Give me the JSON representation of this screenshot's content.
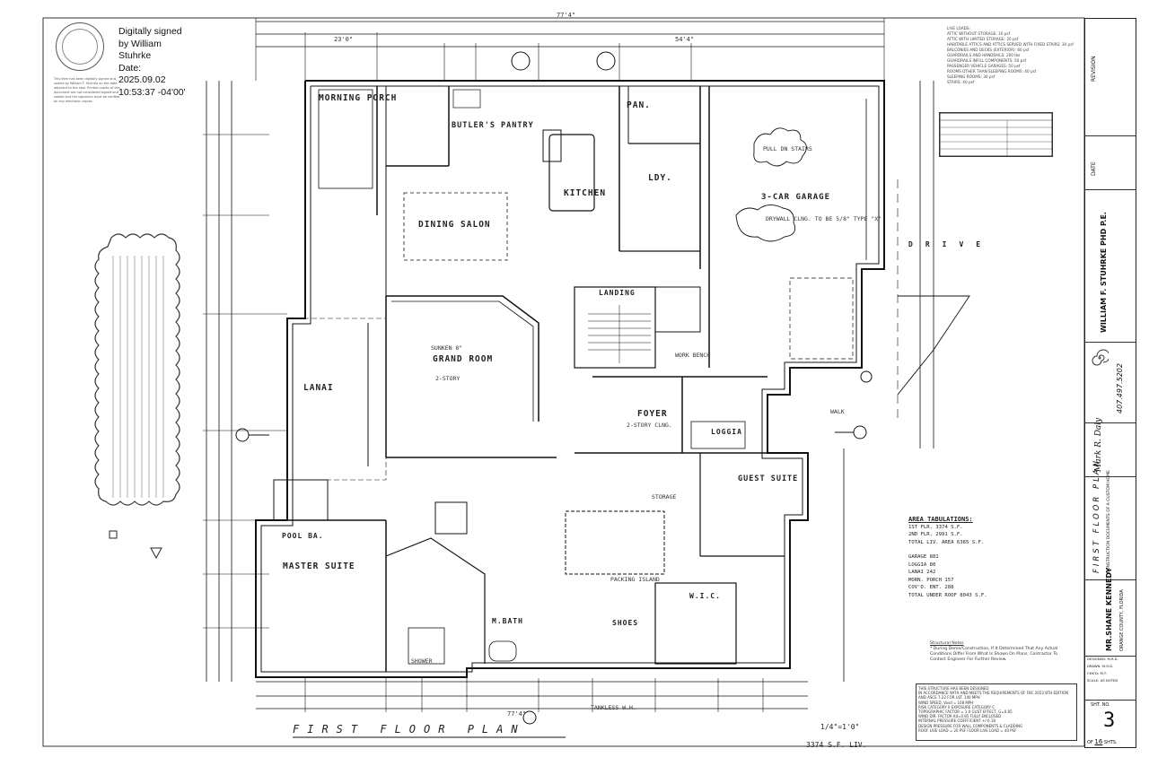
{
  "signature": {
    "line1": "Digitally signed",
    "line2": "by William",
    "line3": "Stuhrke",
    "line4": "Date:",
    "line5": "2025.09.02",
    "line6": "10:53:37 -04'00'"
  },
  "plan": {
    "title": "FIRST FLOOR PLAN",
    "scale": "1/4\"=1'0\"",
    "area": "3374 S.F. LIV.",
    "rooms": {
      "morning_porch": "MORNING PORCH",
      "butlers_pantry": "BUTLER'S PANTRY",
      "pantry": "PAN.",
      "kitchen": "KITCHEN",
      "laundry": "LDY.",
      "garage": "3-CAR GARAGE",
      "dining_salon": "DINING SALON",
      "landing": "LANDING",
      "grand_room": "GRAND ROOM",
      "grand_room_sub": "SUNKEN 8\"",
      "grand_room_sub2": "2-STORY",
      "lanai": "LANAI",
      "foyer": "FOYER",
      "foyer_sub": "2-STORY CLNG.",
      "loggia": "LOGGIA",
      "pool_bath": "POOL BA.",
      "master_suite": "MASTER SUITE",
      "guest_suite": "GUEST SUITE",
      "master_bath": "M.BATH",
      "wic": "W.I.C.",
      "shoes": "SHOES",
      "packing_island": "PACKING ISLAND",
      "storage": "STORAGE",
      "shower": "SHOWER",
      "work_bench": "WORK BENCH",
      "walk": "WALK",
      "drive": "DRIVE",
      "pull_down_stairs": "PULL DN STAIRS",
      "drywall_note": "DRYWALL CLNG. TO BE 5/8\" TYPE \"X\"",
      "tankless": "TANKLESS W.H."
    },
    "dims": {
      "overall_top": "77'4\"",
      "top_a": "23'0\"",
      "top_b": "54'4\"",
      "bottom": "77'4\""
    }
  },
  "area_tabulations": {
    "title": "AREA TABULATIONS:",
    "first_flr": "1ST FLR.    3374 S.F.",
    "second_flr": "2ND FLR.    2991 S.F.",
    "total_liv": "TOTAL LIV. AREA  6365 S.F.",
    "garage": "GARAGE     881",
    "loggia": "LOGGIA      80",
    "lanai": "LANAI      242",
    "morn_porch": "MORN. PORCH  157",
    "cov_ent": "COV'D. ENT.  288",
    "total_under_roof": "TOTAL UNDER ROOF  8043 S.F."
  },
  "title_block": {
    "revisions": "REVISION",
    "date": "DATE",
    "engineer": "WILLIAM F. STUHRKE PHD P.E.",
    "designer_line": "Mark R. Daly",
    "phone": "407.497.5202",
    "sheet_title": "FIRST FLOOR PLAN",
    "sheet_sub": "CONSTRUCTION DOCUMENTS OF A CUSTOM HOME",
    "client": "MR.SHANE KENNEDY",
    "county": "ORANGE COUNTY, FLORIDA",
    "designed": "DESIGNED: M.R.D.",
    "drawn": "DRAWN: M.R.D.",
    "chkd": "CHK'D: M.T.",
    "scale": "SCALE: AS NOTED",
    "sht_no_label": "SHT. NO.",
    "sheet_number": "3",
    "of_label": "OF",
    "total_sheets": "16",
    "shts_label": "SHTS."
  },
  "notes": {
    "structural_title": "Structural Notes",
    "structural_body": "* During Demo/Construction, If It Determined That Any Actual Conditions Differ From What Is Shown On Plans, Contractor To Contact Engineer For Further Review.",
    "design_title": "THIS STRUCTURE HAS BEEN DESIGNED"
  }
}
